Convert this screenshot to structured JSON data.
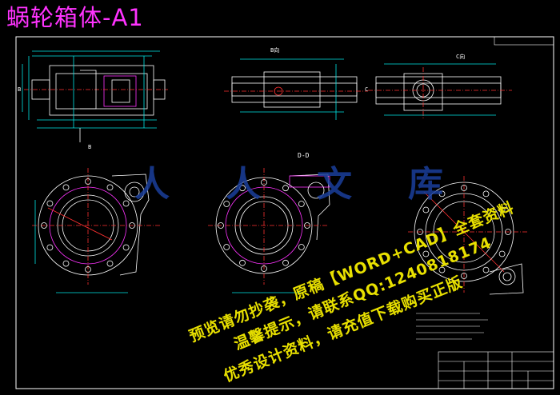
{
  "title": "蜗轮箱体-A1",
  "views": {
    "b_view": "B向",
    "c_view": "C向",
    "d_section": "D-D",
    "mark_b": "B",
    "mark_c": "C"
  },
  "watermark": {
    "line1": "预览请勿抄袭，原稿【WORD+CAD】全套资料",
    "line2": "温馨提示，请联系QQ:1240818174",
    "line3": "优秀设计资料，请充值下载购买正版",
    "logo": "人人文库"
  },
  "colors": {
    "background": "#000000",
    "frame": "#ffffff",
    "part_outline": "#ffffff",
    "dimension": "#00e5e5",
    "centerline": "#ff3030",
    "title_text": "#ff33ff",
    "watermark_text": "#e8e000",
    "logo": "#1b3f9c"
  }
}
